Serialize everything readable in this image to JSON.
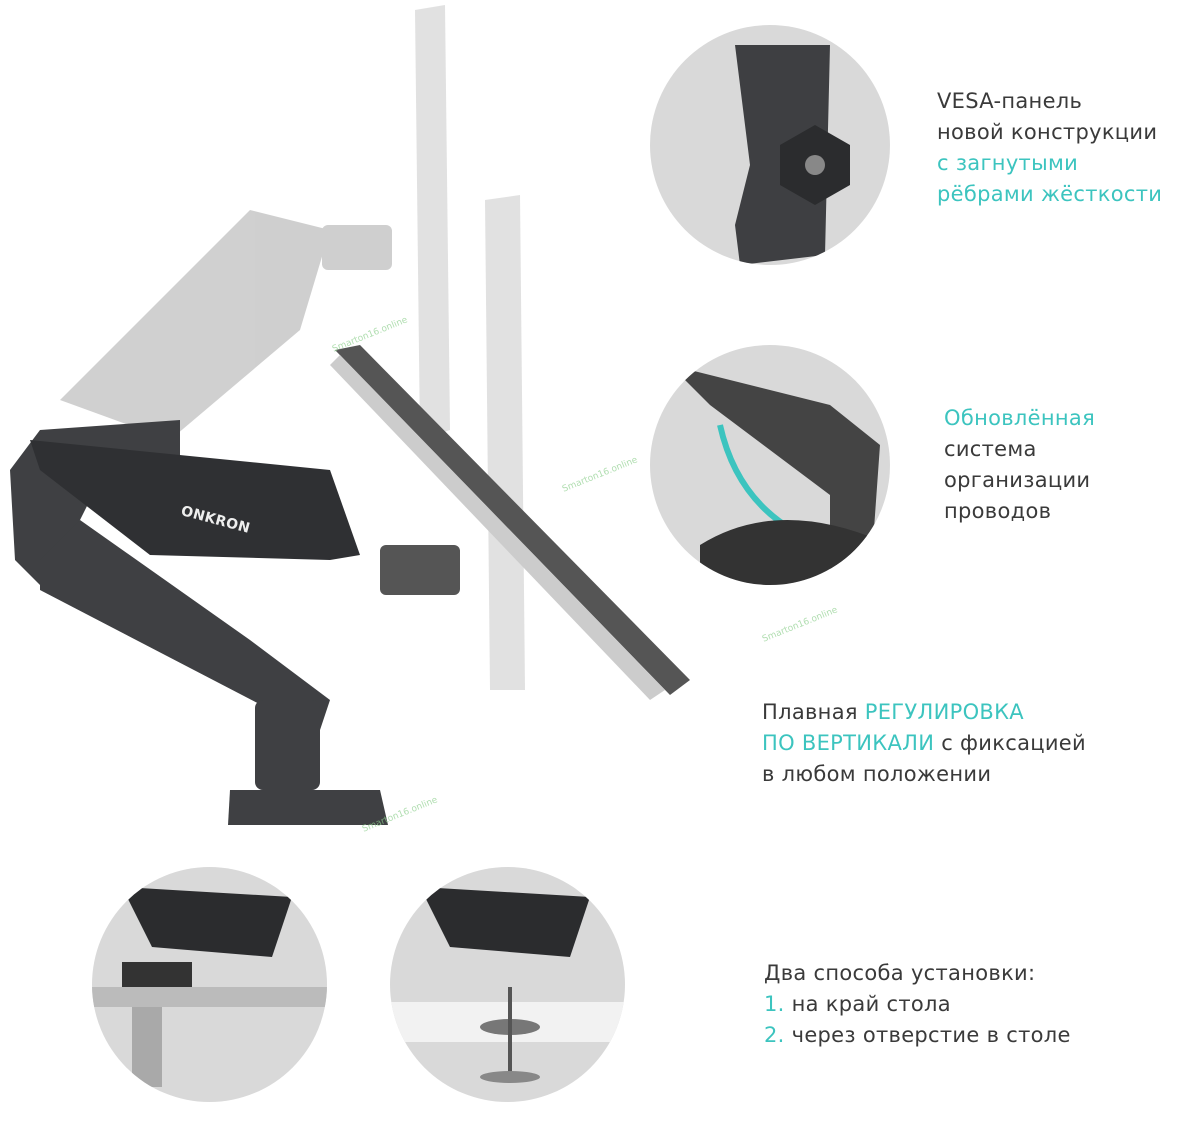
{
  "brand": "ONKRON",
  "watermark": "Smarton16.online",
  "features": {
    "vesa": {
      "line1": "VESA-панель",
      "line2": "новой конструкции",
      "line3_accent": "с загнутыми",
      "line4_accent": "рёбрами жёсткости"
    },
    "cables": {
      "line1_accent": "Обновлённая",
      "line2": "система",
      "line3": "организации",
      "line4": "проводов"
    },
    "adjust": {
      "pre": "Плавная ",
      "accent1": "РЕГУЛИРОВКА",
      "accent2": "ПО ВЕРТИКАЛИ",
      "post": " с фиксацией",
      "line3": "в любом положении"
    },
    "install": {
      "title": "Два способа установки:",
      "n1": "1.",
      "opt1": "на край стола",
      "n2": "2.",
      "opt2": "через отверстие в столе"
    }
  },
  "colors": {
    "accent": "#3cc4bf",
    "text": "#3a3a3a"
  }
}
